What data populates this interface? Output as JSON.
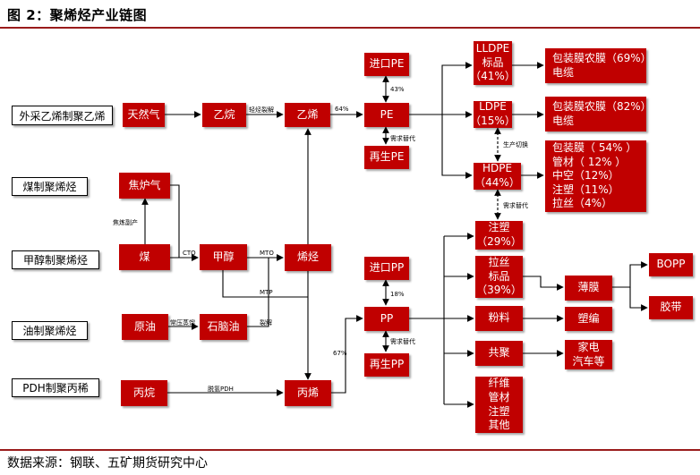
{
  "title": "图 2：聚烯烃产业链图",
  "source": "数据来源：钢联、五矿期货研究中心",
  "categories": {
    "c1": "外采乙烯制聚乙烯",
    "c2": "煤制聚烯烃",
    "c3": "甲醇制聚烯烃",
    "c4": "油制聚烯烃",
    "c5": "PDH制聚丙稀"
  },
  "nodes": {
    "natgas": "天然气",
    "ethane": "乙烷",
    "ethylene": "乙烯",
    "pe": "PE",
    "import_pe": "进口PE",
    "recycled_pe": "再生PE",
    "lldpe": [
      "LLDPE",
      "标品",
      "（41%）"
    ],
    "ldpe": [
      "LDPE",
      "（15%）"
    ],
    "hdpe": [
      "HDPE",
      "（44%）"
    ],
    "lldpe_use": [
      "包装膜农膜（69%）",
      "电缆"
    ],
    "ldpe_use": [
      "包装膜农膜（82%）",
      "电缆"
    ],
    "hdpe_use": [
      "包装膜（ 54% ）",
      "管材（ 12% ）",
      "中空（12%）",
      "注塑（11%）",
      "拉丝（4%）"
    ],
    "coke_gas": "焦炉气",
    "coal": "煤",
    "methanol": "甲醇",
    "olefin": "烯烃",
    "crude": "原油",
    "naphtha": "石脑油",
    "propane": "丙烷",
    "propylene": "丙烯",
    "pp": "PP",
    "import_pp": "进口PP",
    "recycled_pp": "再生PP",
    "pp_injection": [
      "注塑",
      "（29%）"
    ],
    "pp_raffia": [
      "拉丝",
      "标品",
      "（39%）"
    ],
    "pp_powder": "粉料",
    "pp_copolymer": "共聚",
    "pp_other": [
      "纤维",
      "管材",
      "注塑",
      "其他"
    ],
    "film": "薄膜",
    "bopp": "BOPP",
    "tape": "胶带",
    "woven": "塑编",
    "appliance": [
      "家电",
      "汽车等"
    ]
  },
  "edge_labels": {
    "ethane_cracking": "轻烃裂解",
    "pe_share": "64%",
    "pe_import_share": "43%",
    "demand_substitute_pe": "需求替代",
    "production_switch": "生产切换",
    "demand_substitute_hdpe": "需求替代",
    "coking_byproduct": "焦炼副产",
    "cto": "CTO",
    "mto": "MTO",
    "mtp": "MTP",
    "atmospheric_distillation": "常压蒸馏",
    "cracking": "裂解",
    "pp_share": "67%",
    "pp_import_share": "18%",
    "demand_substitute_pp": "需求替代",
    "pdh": "脱氢PDH"
  }
}
